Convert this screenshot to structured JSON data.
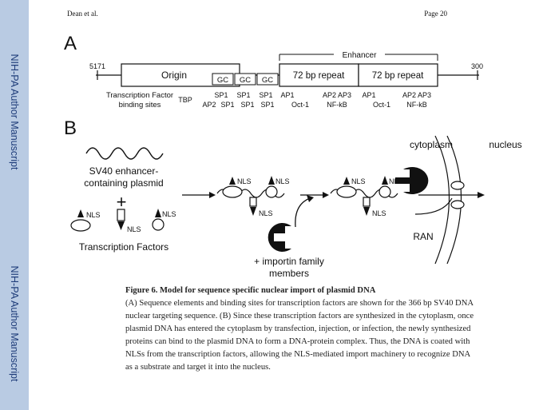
{
  "sidebar": {
    "label_top": "NIH-PA Author Manuscript",
    "label_bottom": "NIH-PA Author Manuscript"
  },
  "header": {
    "author": "Dean et al.",
    "page": "Page 20"
  },
  "panel_a": {
    "letter": "A",
    "start_num": "5171",
    "end_num": "300",
    "enhancer_label": "Enhancer",
    "origin_label": "Origin",
    "gc_labels": [
      "GC",
      "GC",
      "GC"
    ],
    "repeat_labels": [
      "72 bp repeat",
      "72 bp repeat"
    ],
    "tf_label_line1": "Transcription Factor",
    "tf_label_line2": "binding sites",
    "tbp": "TBP",
    "sp1_row1": [
      "SP1",
      "SP1",
      "SP1"
    ],
    "row2_left": [
      "AP2",
      "SP1",
      "SP1",
      "SP1"
    ],
    "group_a": {
      "ap1": "AP1",
      "oct1": "Oct-1",
      "ap23": "AP2  AP3",
      "nfkb": "NF-kB"
    },
    "group_b": {
      "ap1": "AP1",
      "oct1": "Oct-1",
      "ap23": "AP2  AP3",
      "nfkb": "NF-kB"
    }
  },
  "panel_b": {
    "letter": "B",
    "plasmid_line1": "SV40 enhancer-",
    "plasmid_line2": "containing plasmid",
    "plus": "+",
    "nls": "NLS",
    "tf_label": "Transcription Factors",
    "importin_line1": "+ importin family",
    "importin_line2": "members",
    "cytoplasm": "cytoplasm",
    "nucleus": "nucleus",
    "ran": "RAN"
  },
  "caption": {
    "title": "Figure 6. Model for sequence specific nuclear import of plasmid DNA",
    "body": "(A) Sequence elements and binding sites for transcription factors are shown for the 366 bp SV40 DNA nuclear targeting sequence. (B) Since these transcription factors are synthesized in the cytoplasm, once plasmid DNA has entered the cytoplasm by transfection, injection, or infection, the newly synthesized proteins can bind to the plasmid DNA to form a DNA-protein complex. Thus, the DNA is coated with NLSs from the transcription factors, allowing the NLS-mediated import machinery to recognize DNA as a substrate and target it into the nucleus."
  }
}
